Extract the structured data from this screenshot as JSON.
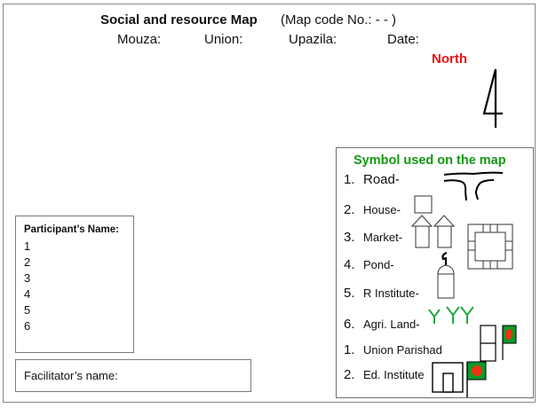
{
  "header": {
    "title": "Social and resource Map",
    "map_code": "(Map code No.:    -    -   )",
    "fields": [
      "Mouza:",
      "Union:",
      "Upazila:",
      "Date:"
    ]
  },
  "north": {
    "label": "North",
    "icon": "north-arrow-icon"
  },
  "legend": {
    "title": "Symbol used on the map",
    "items": [
      {
        "num": "1.",
        "label": "Road-",
        "icon": "road-icon"
      },
      {
        "num": "2.",
        "label": "House-",
        "icon": "house-icon"
      },
      {
        "num": "3.",
        "label": "Market-",
        "icon": "market-icon"
      },
      {
        "num": "4.",
        "label": "Pond-",
        "icon": "pond-icon"
      },
      {
        "num": "5.",
        "label": "R Institute-",
        "icon": "religious-institute-icon"
      },
      {
        "num": "6.",
        "label": "Agri. Land-",
        "icon": "agri-land-icon"
      },
      {
        "num": "1.",
        "label": "Union Parishad",
        "icon": "union-parishad-icon"
      },
      {
        "num": "2.",
        "label": "Ed. Institute",
        "icon": "ed-institute-icon"
      }
    ],
    "colors": {
      "title": "#119911",
      "flag_green": "#0a9a2a",
      "flag_red": "#ee3311",
      "grass": "#22aa44"
    }
  },
  "participants": {
    "heading": "Participant’s Name:",
    "rows": [
      "1",
      "2",
      "3",
      "4",
      "5",
      "6"
    ]
  },
  "facilitator": {
    "label": "Facilitator’s name:"
  }
}
